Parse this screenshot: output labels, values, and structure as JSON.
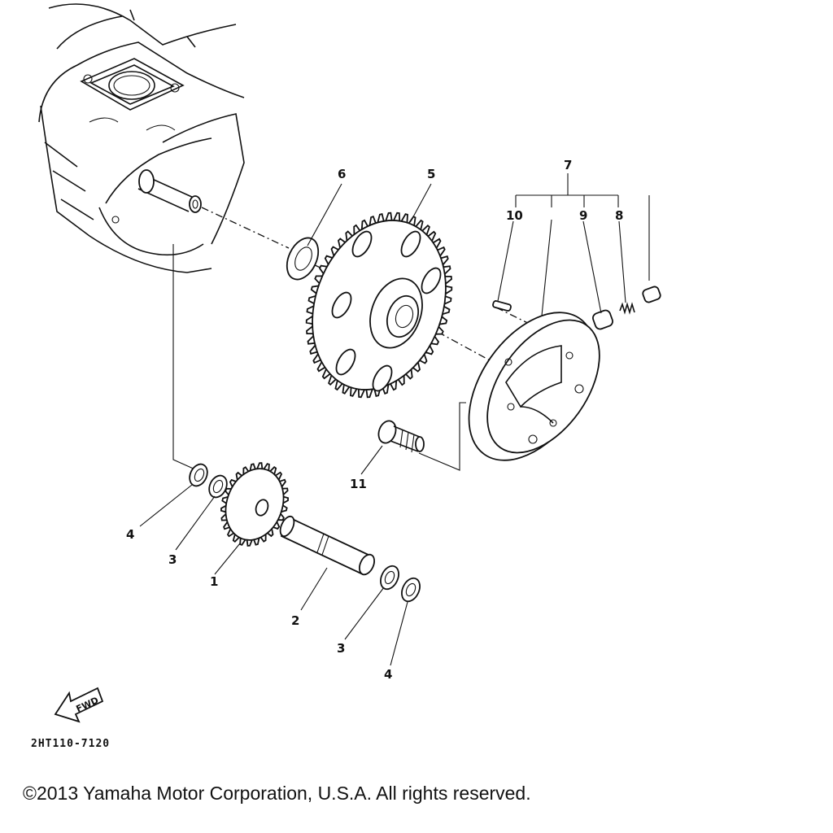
{
  "callouts": {
    "c1": "1",
    "c2": "2",
    "c3a": "3",
    "c3b": "3",
    "c4a": "4",
    "c4b": "4",
    "c5": "5",
    "c6": "6",
    "c7": "7",
    "c8": "8",
    "c9": "9",
    "c10": "10",
    "c11": "11"
  },
  "fwd_label": "FWD",
  "part_code": "2HT110-7120",
  "copyright": "©2013 Yamaha Motor Corporation, U.S.A. All rights reserved.",
  "icons": [
    "fwd-arrow-icon"
  ]
}
